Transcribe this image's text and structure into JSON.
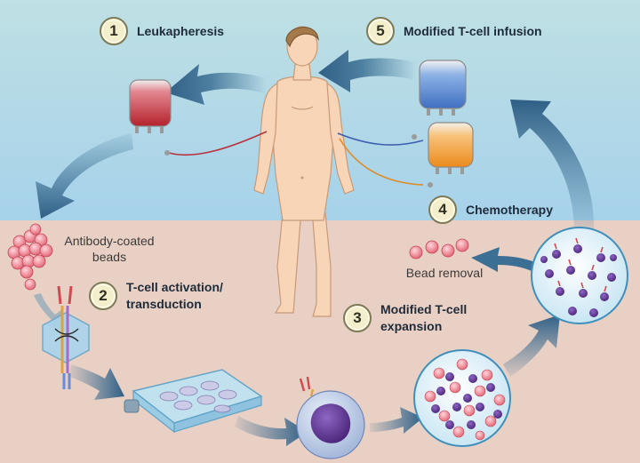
{
  "steps": [
    {
      "number": "1",
      "label": "Leukapheresis"
    },
    {
      "number": "2",
      "label_line1": "T-cell activation/",
      "label_line2": "transduction"
    },
    {
      "number": "3",
      "label_line1": "Modified T-cell",
      "label_line2": "expansion"
    },
    {
      "number": "4",
      "label": "Chemotherapy"
    },
    {
      "number": "5",
      "label": "Modified T-cell infusion"
    }
  ],
  "annotations": {
    "beads_line1": "Antibody-coated",
    "beads_line2": "beads",
    "bead_removal": "Bead removal"
  },
  "colors": {
    "sky_top": "#b9dde6",
    "sky_bottom": "#a9d3e8",
    "ground": "#e8cfc2",
    "arrow": "#3b6f94",
    "skin": "#f6d3b3",
    "blood_bag": "#c8343b",
    "infusion_bag": "#4f7fc9",
    "chemo_bag": "#f29b2a",
    "bead": "#ee7f8f",
    "cell": "#6a3a9a"
  }
}
